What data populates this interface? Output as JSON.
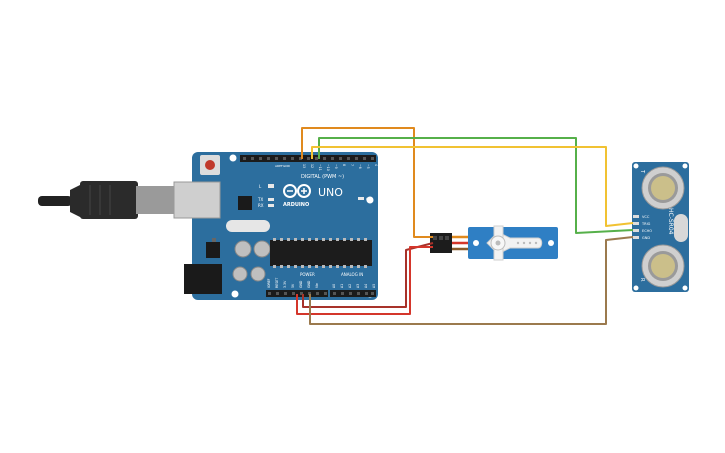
{
  "arduino": {
    "brand_label": "ARDUINO",
    "model_label": "UNO",
    "digital_label": "DIGITAL (PWM ~)",
    "power_label": "POWER",
    "analog_label": "ANALOG IN",
    "on_label": "ON",
    "l_label": "L",
    "tx_label": "TX",
    "rx_label": "RX",
    "aref_label": "AREF",
    "gnd_top_label": "GND",
    "digital_pins": [
      "13",
      "12",
      "~11",
      "~10",
      "~9",
      "8",
      "7",
      "~6",
      "~5",
      "4",
      "~3",
      "2",
      "TX▸1",
      "RX◂0"
    ],
    "power_pins": [
      "IOREF",
      "RESET",
      "3.3V",
      "5V",
      "GND",
      "GND",
      "Vin"
    ],
    "analog_pins": [
      "A0",
      "A1",
      "A2",
      "A3",
      "A4",
      "A5"
    ]
  },
  "sensor": {
    "model_label": "HC-SR04",
    "pin_labels": [
      "VCC",
      "TRIG",
      "ECHO",
      "GND"
    ],
    "t_label": "T",
    "r_label": "R"
  },
  "colors": {
    "board": "#2c6e9e",
    "wire_orange": "#e08a1e",
    "wire_green": "#56b04a",
    "wire_yellow": "#f1c232",
    "wire_red": "#d4362b",
    "wire_darkred": "#a8322a",
    "wire_brown": "#9b7a4e",
    "servo": "#2f7fc4"
  }
}
